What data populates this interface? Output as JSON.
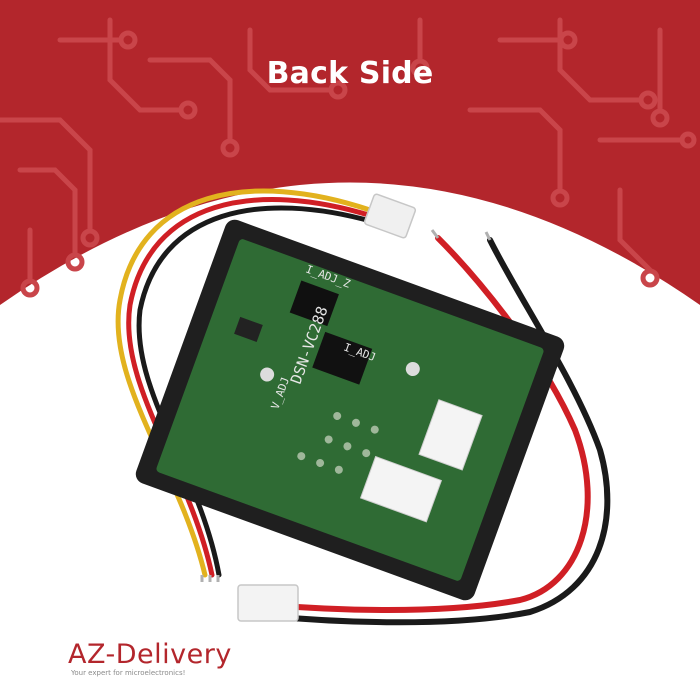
{
  "header": {
    "title": "Back Side"
  },
  "board": {
    "silkscreen_iadj_z": "I_ADJ_Z",
    "silkscreen_iadj": "I_ADJ",
    "silkscreen_model": "DSN-VC288",
    "silkscreen_vadj": "V_ADJ"
  },
  "brand": {
    "name": "AZ-Delivery",
    "tagline": "Your expert for microelectronics!"
  },
  "colors": {
    "banner_red": "#b3262c",
    "trace_red": "#c9454a",
    "pcb_green": "#2f6b34",
    "wire_red": "#d01f25",
    "wire_black": "#1a1a1a",
    "wire_yellow": "#e2b21e"
  }
}
